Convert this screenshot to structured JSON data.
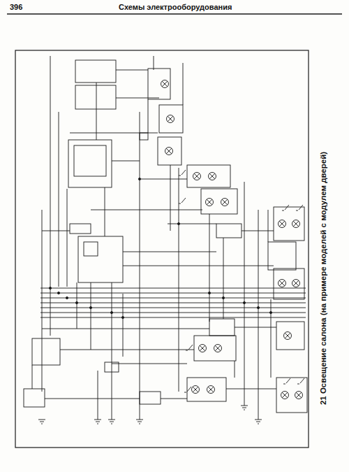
{
  "diagram": {
    "title": "Схемы электрооборудования",
    "caption": "21 Освещение салона (на примере моделей с модулем дверей)",
    "labels": [
      "396"
    ]
  }
}
